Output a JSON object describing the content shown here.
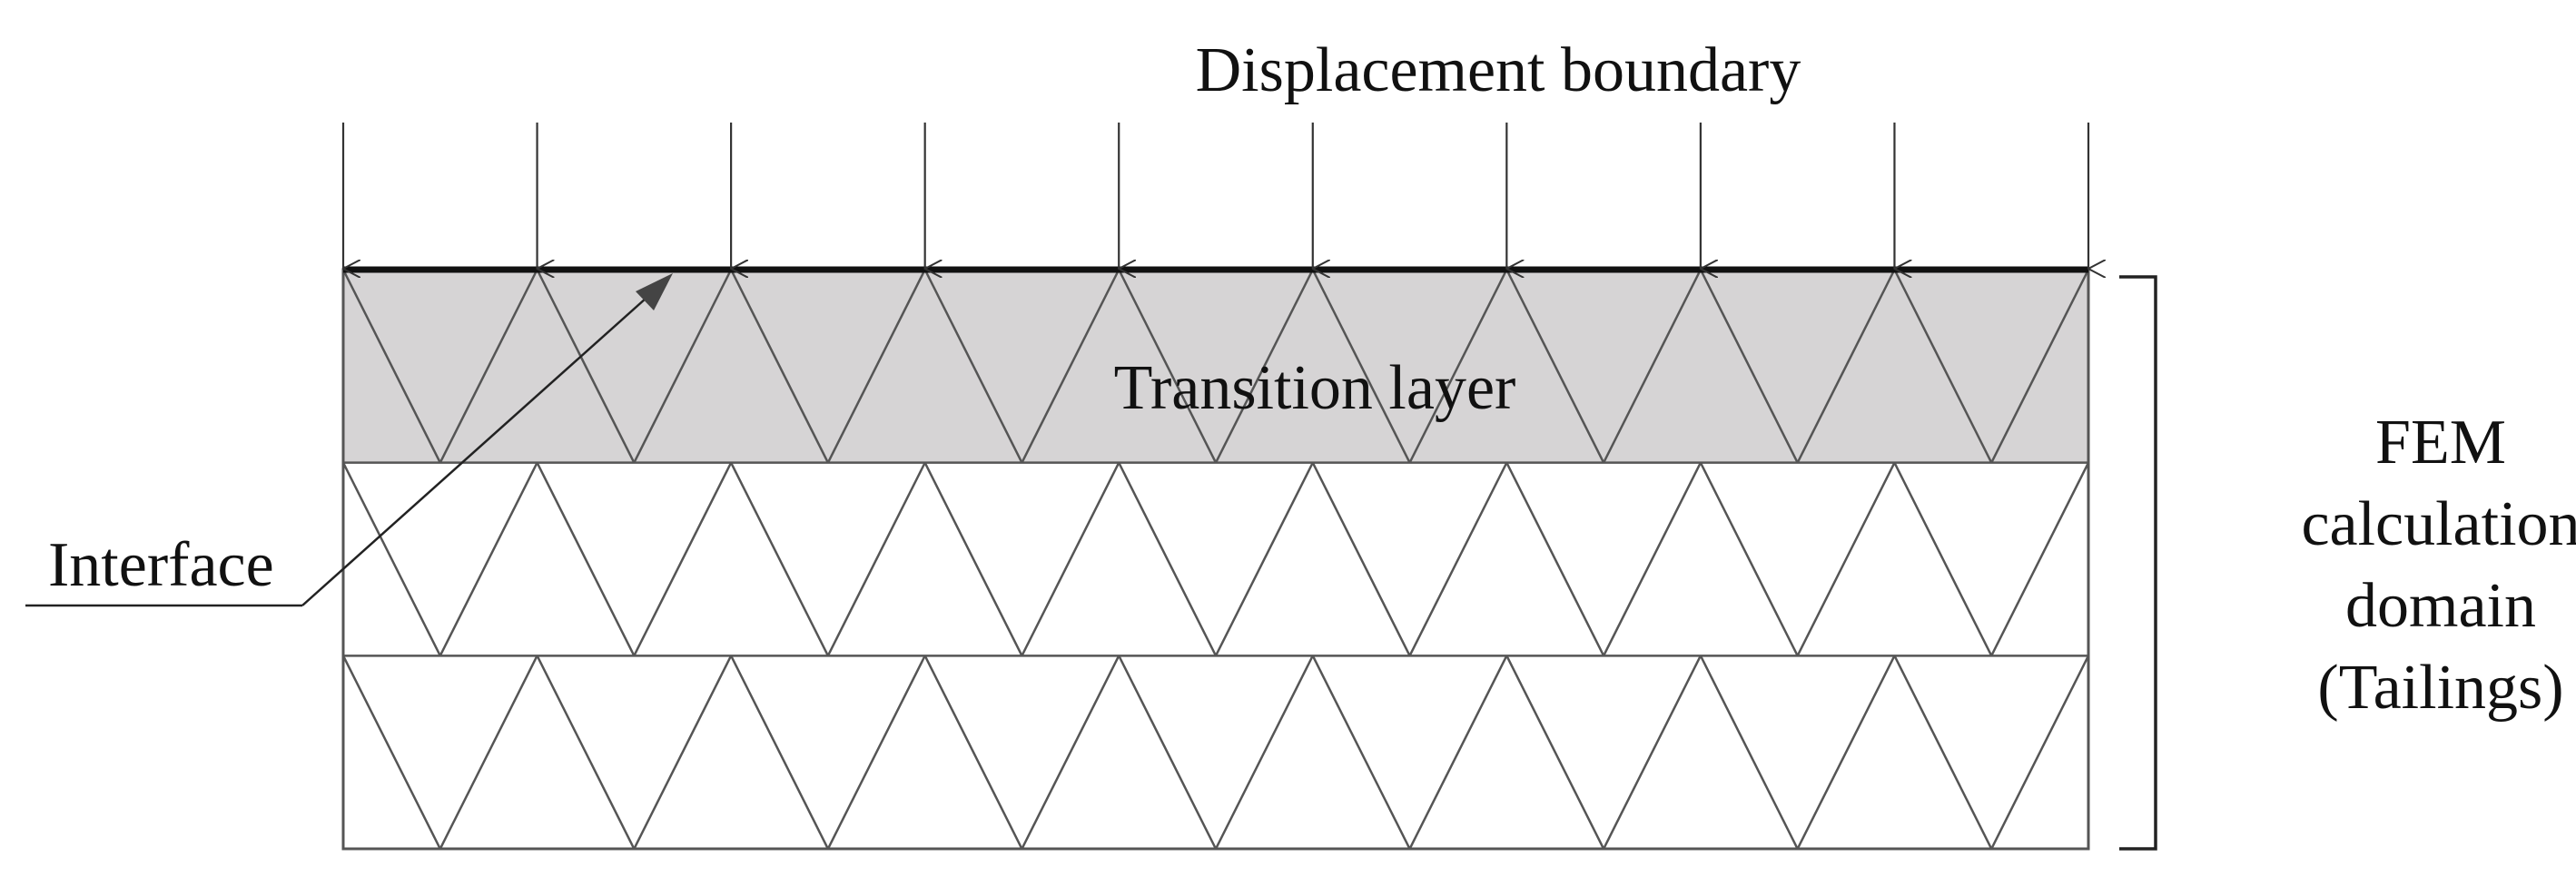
{
  "labels": {
    "top_boundary": "Displacement boundary",
    "transition_layer": "Transition layer",
    "interface": "Interface",
    "domain_line1": "FEM",
    "domain_line2": "calculation",
    "domain_line3": "domain",
    "domain_line4": "(Tailings)"
  },
  "mesh": {
    "columns": 9,
    "rows": 3,
    "transition_layer_rows": 1,
    "displacement_arrows": 10
  },
  "colors": {
    "transition_fill": "#d6d4d5",
    "mesh_line": "#555555",
    "boundary_line": "#111111",
    "arrow": "#333333"
  }
}
